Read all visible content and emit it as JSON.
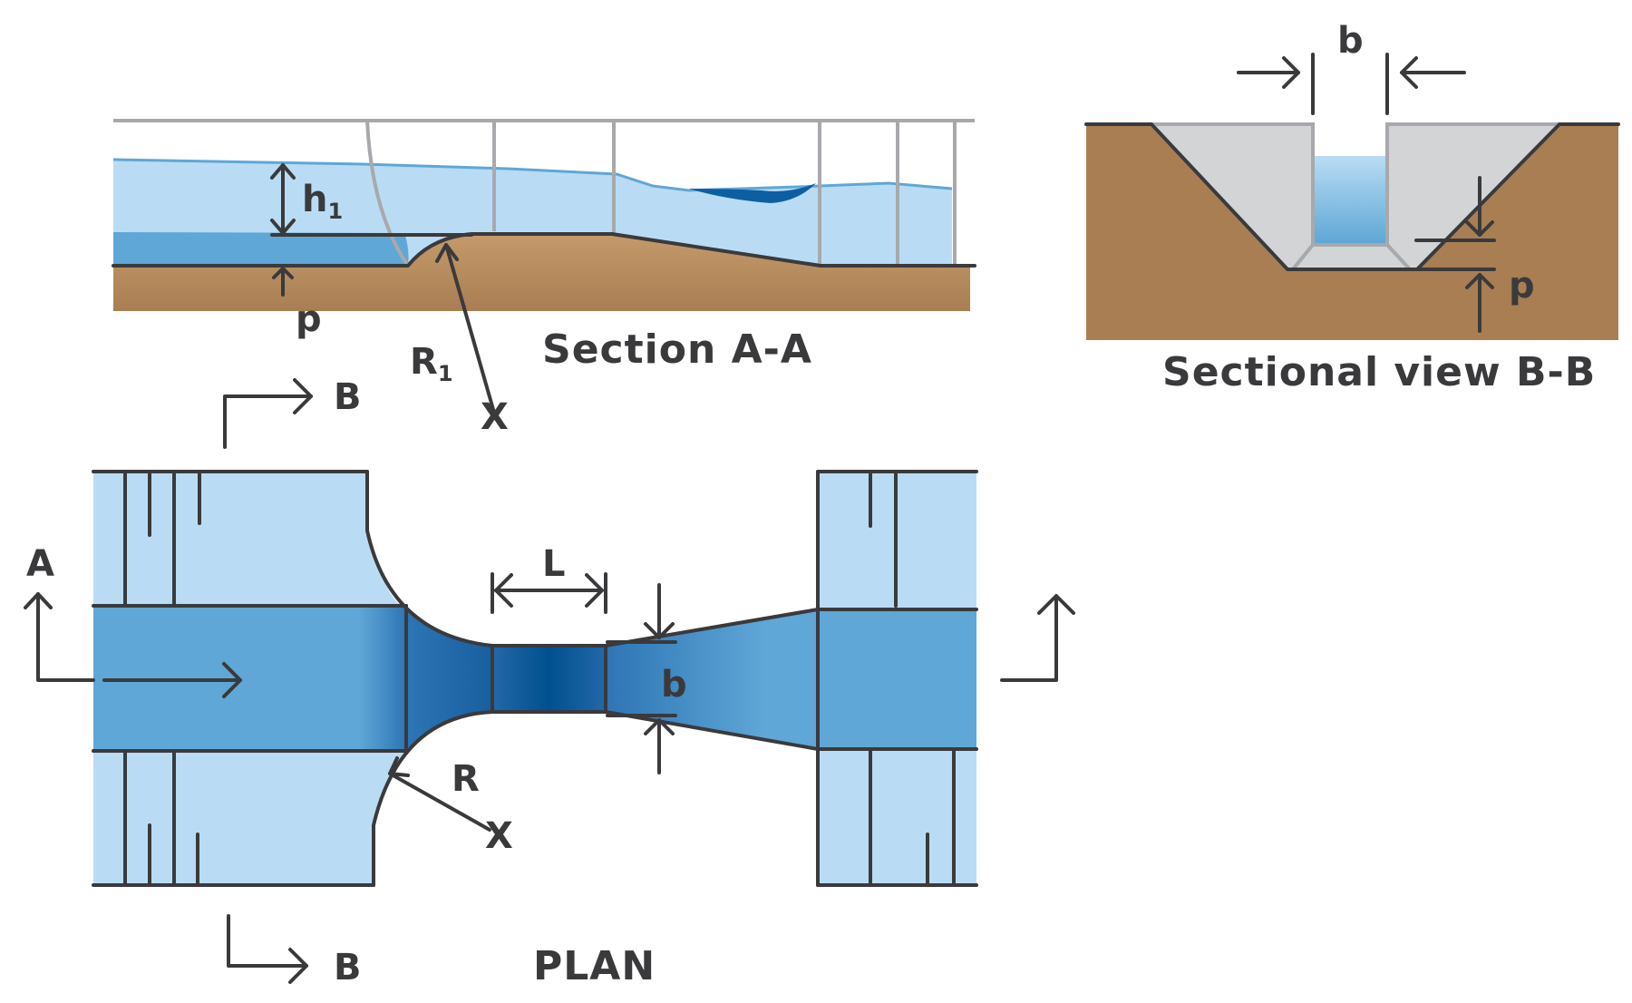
{
  "section_aa": {
    "title": "Section A-A",
    "h_label": "h",
    "h_sub": "1",
    "p_label": "p",
    "r_label": "R",
    "r_sub": "1",
    "x_label": "X"
  },
  "section_bb": {
    "title": "Sectional view B-B",
    "b_label": "b",
    "p_label": "p"
  },
  "plan": {
    "title": "PLAN",
    "a_label": "A",
    "b_top_label": "B",
    "b_bottom_label": "B",
    "l_label": "L",
    "b_label": "b",
    "r_label": "R",
    "x_label": "X"
  },
  "colors": {
    "water_light": "#b9dcf4",
    "water_mid": "#5fa7d6",
    "water_dark": "#00508f",
    "soil": "#a97e52",
    "concrete": "#d3d4d6",
    "line": "#3a3a3c",
    "rail": "#a7a9ac"
  }
}
